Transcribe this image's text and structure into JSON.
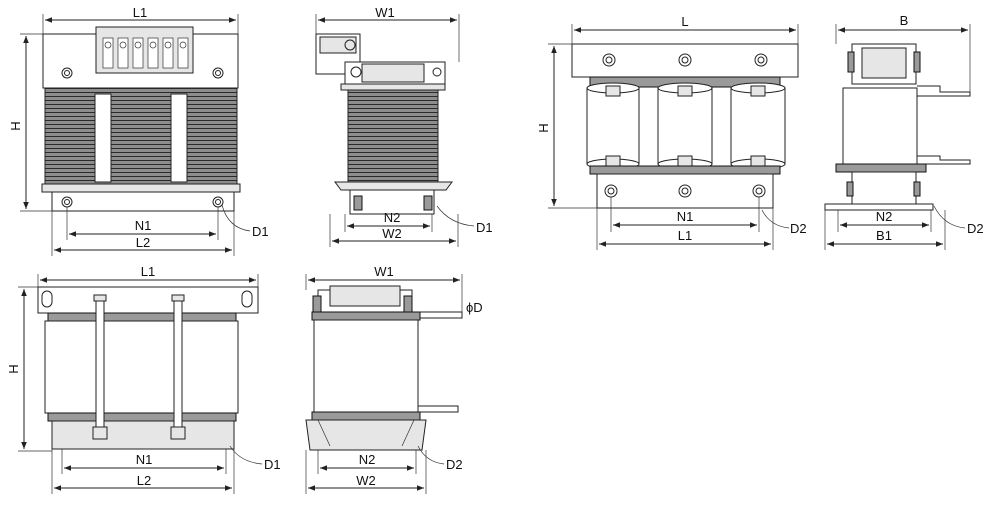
{
  "labels": {
    "d1_L1": "L1",
    "d1_H": "H",
    "d1_N1": "N1",
    "d1_L2": "L2",
    "d1_D1": "D1",
    "d2_W1": "W1",
    "d2_N2": "N2",
    "d2_W2": "W2",
    "d2_D1": "D1",
    "d3_L": "L",
    "d3_H": "H",
    "d3_N1": "N1",
    "d3_L1": "L1",
    "d3_D2": "D2",
    "d4_B": "B",
    "d4_N2": "N2",
    "d4_B1": "B1",
    "d4_D2": "D2",
    "d5_L1": "L1",
    "d5_H": "H",
    "d5_N1": "N1",
    "d5_L2": "L2",
    "d5_D1": "D1",
    "d6_W1": "W1",
    "d6_phiD": "ϕD",
    "d6_N2": "N2",
    "d6_W2": "W2",
    "d6_D2": "D2"
  }
}
